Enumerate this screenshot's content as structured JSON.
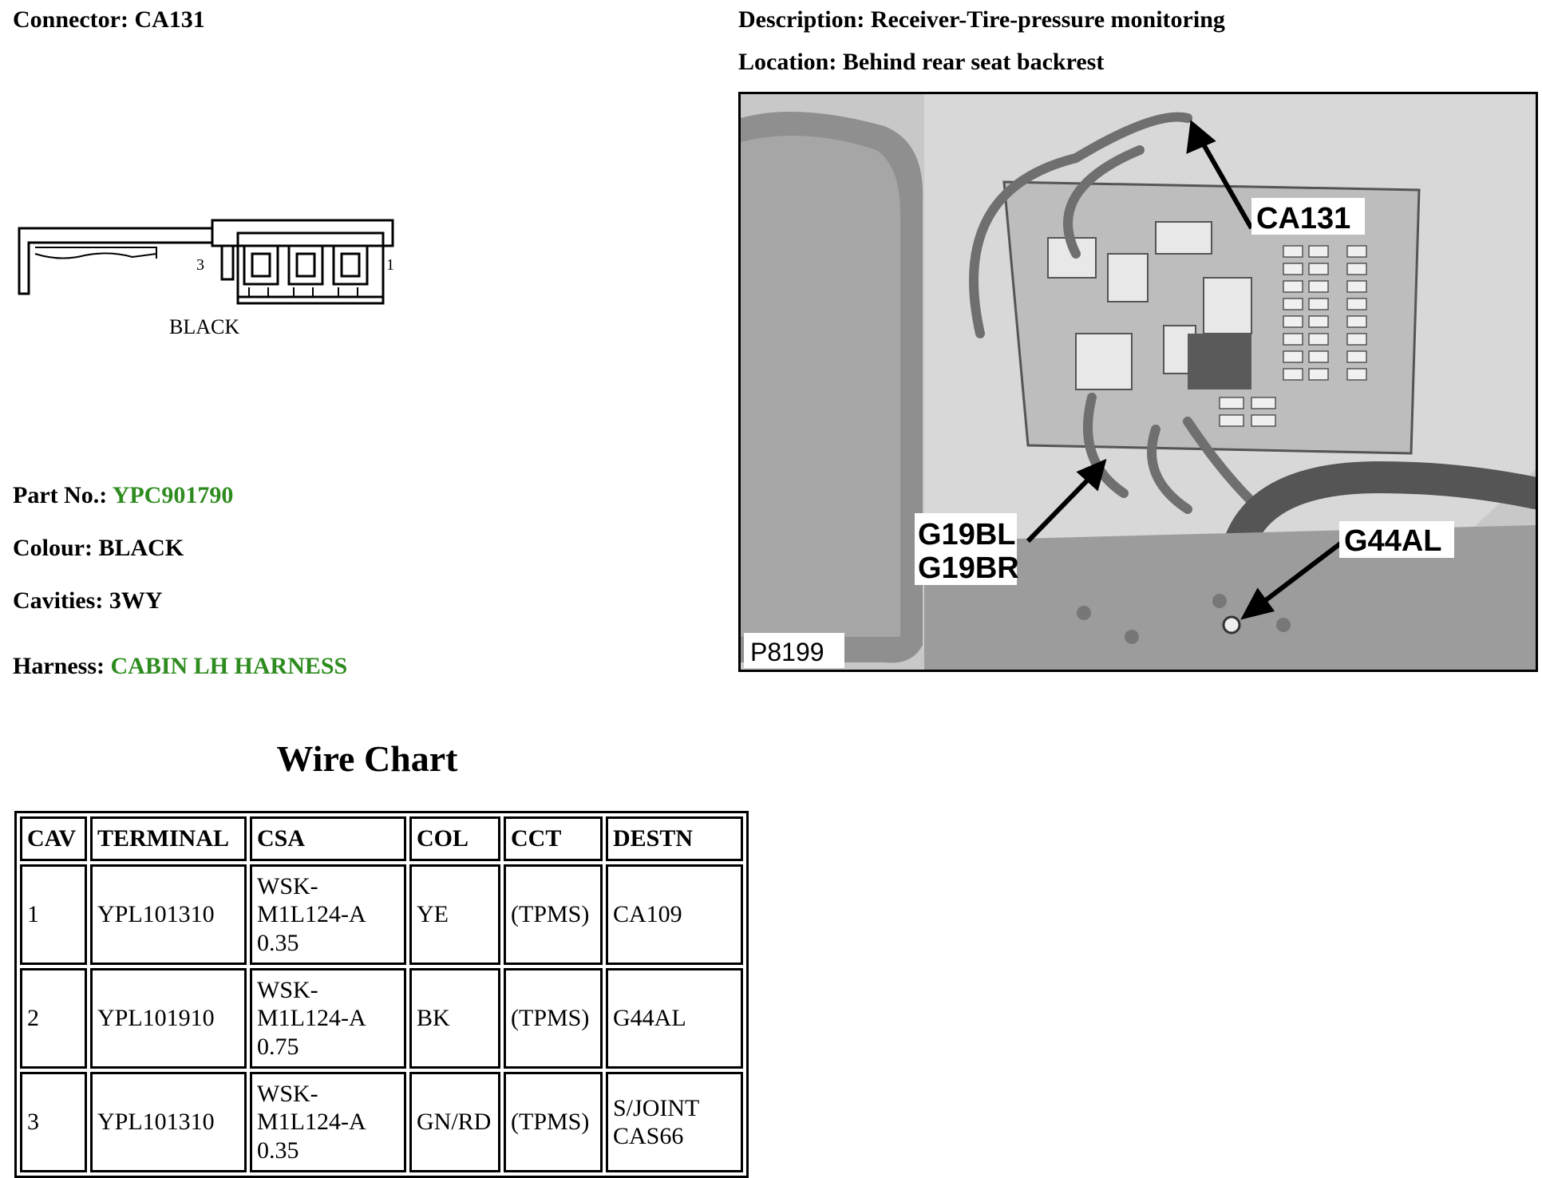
{
  "header": {
    "connector_label": "Connector:",
    "connector_value": "CA131",
    "description_label": "Description:",
    "description_value": "Receiver-Tire-pressure monitoring",
    "location_label": "Location:",
    "location_value": "Behind rear seat backrest"
  },
  "connector_drawing": {
    "pin_left": "3",
    "pin_right": "1",
    "colour_caption": "BLACK"
  },
  "info": {
    "part_no_label": "Part No.:",
    "part_no_value": "YPC901790",
    "colour_label": "Colour:",
    "colour_value": "BLACK",
    "cavities_label": "Cavities:",
    "cavities_value": "3WY",
    "harness_label": "Harness:",
    "harness_value": "CABIN LH HARNESS",
    "link_color": "#2e8b1f"
  },
  "photo": {
    "callouts": [
      "CA131",
      "G19BL",
      "G19BR",
      "G44AL"
    ],
    "figure_id": "P8199"
  },
  "wire_chart": {
    "title": "Wire Chart",
    "headers": [
      "CAV",
      "TERMINAL",
      "CSA",
      "COL",
      "CCT",
      "DESTN"
    ],
    "rows": [
      {
        "cav": "1",
        "terminal": "YPL101310",
        "csa": [
          "WSK-",
          "M1L124-A",
          "0.35"
        ],
        "col": "YE",
        "cct": "(TPMS)",
        "destn": [
          "CA109"
        ]
      },
      {
        "cav": "2",
        "terminal": "YPL101910",
        "csa": [
          "WSK-",
          "M1L124-A",
          "0.75"
        ],
        "col": "BK",
        "cct": "(TPMS)",
        "destn": [
          "G44AL"
        ]
      },
      {
        "cav": "3",
        "terminal": "YPL101310",
        "csa": [
          "WSK-",
          "M1L124-A",
          "0.35"
        ],
        "col": "GN/RD",
        "cct": "(TPMS)",
        "destn": [
          "S/JOINT",
          "CAS66"
        ]
      }
    ]
  }
}
